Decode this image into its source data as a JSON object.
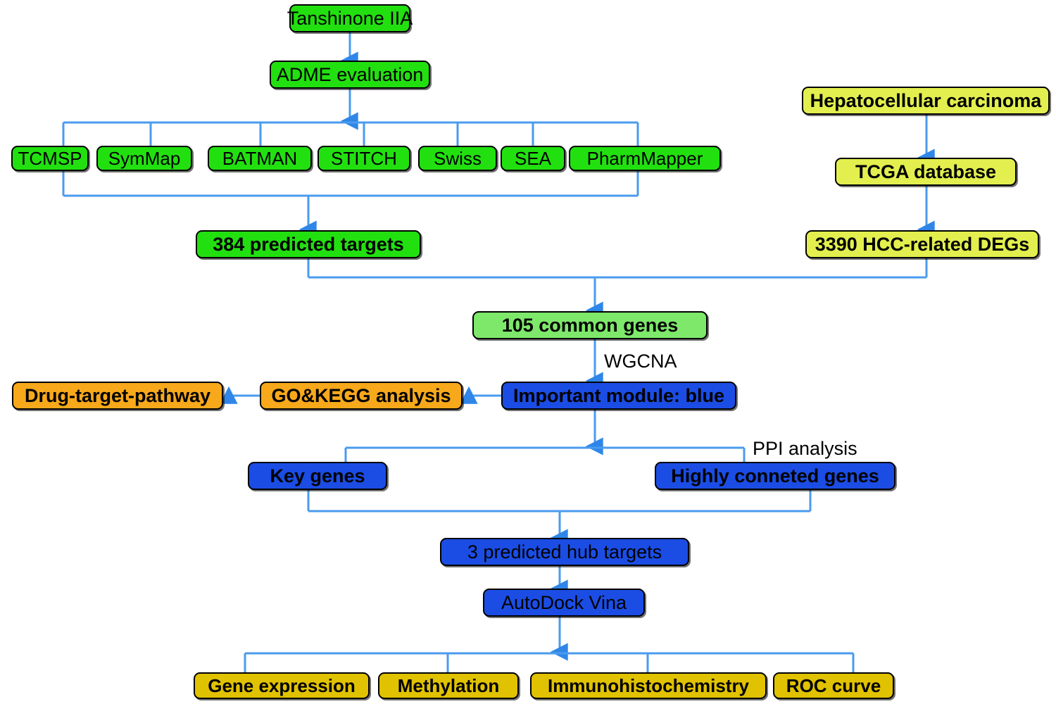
{
  "diagram": {
    "title": "Tanshinone IIA network pharmacology workflow flowchart",
    "palette": {
      "green": "#22E010",
      "light_green": "#7EE86B",
      "yellow": "#E2EF4E",
      "blue": "#1B4DE4",
      "orange": "#F7A81B",
      "gold": "#E0C200",
      "connector_blue": "#4A9BEE",
      "arrow_blue": "#2F86E8",
      "node_border": "#000000",
      "text": "#000000"
    },
    "nodes": {
      "tanshinone": "Tanshinone IIA",
      "adme": "ADME evaluation",
      "db_tcmsp": "TCMSP",
      "db_symmap": "SymMap",
      "db_batman": "BATMAN",
      "db_stitch": "STITCH",
      "db_swiss": "Swiss",
      "db_sea": "SEA",
      "db_pharmmapper": "PharmMapper",
      "predicted_targets": "384 predicted targets",
      "hcc": "Hepatocellular carcinoma",
      "tcga": "TCGA  database",
      "degs": "3390 HCC-related DEGs",
      "common_genes": "105  common genes",
      "important_module": "Important module: blue",
      "go_kegg": "GO&KEGG analysis",
      "drug_target_pathway": "Drug-target-pathway",
      "key_genes": "Key genes",
      "highly_connected": "Highly conneted genes",
      "hub_targets": "3 predicted hub targets",
      "autodock": "AutoDock Vina",
      "gene_expression": "Gene expression",
      "methylation": "Methylation",
      "ihc": "Immunohistochemistry",
      "roc": "ROC curve"
    },
    "edge_labels": {
      "wgcna": "WGCNA",
      "ppi": "PPI analysis"
    }
  }
}
